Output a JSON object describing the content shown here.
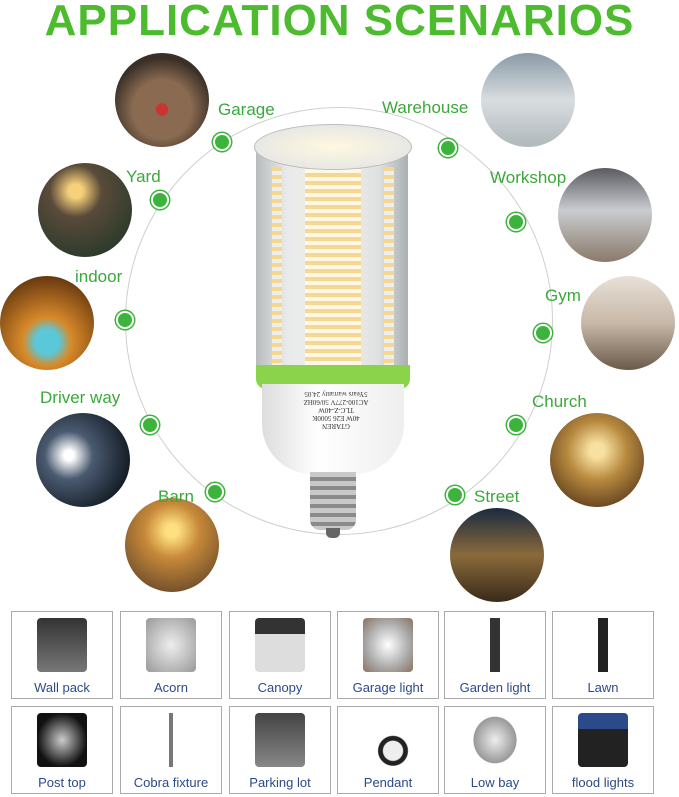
{
  "title": "APPLICATION SCENARIOS",
  "scenarios": {
    "garage": "Garage",
    "warehouse": "Warehouse",
    "yard": "Yard",
    "workshop": "Workshop",
    "indoor": "indoor",
    "gym": "Gym",
    "driver_way": "Driver way",
    "church": "Church",
    "barn": "Barn",
    "street": "Street"
  },
  "bulb_label": [
    "GTAREN",
    "40W E26 5000K",
    "TLC-Z-40W",
    "AC100-277V 50/60HZ",
    "5Years warranty 24.05"
  ],
  "fixtures": [
    "Wall pack",
    "Acorn",
    "Canopy",
    "Garage light",
    "Garden light",
    "Lawn",
    "Post top",
    "Cobra fixture",
    "Parking lot",
    "Pendant",
    "Low bay",
    "flood lights"
  ],
  "colors": {
    "accent": "#4cbb2e",
    "caption": "#2b4a8a"
  }
}
